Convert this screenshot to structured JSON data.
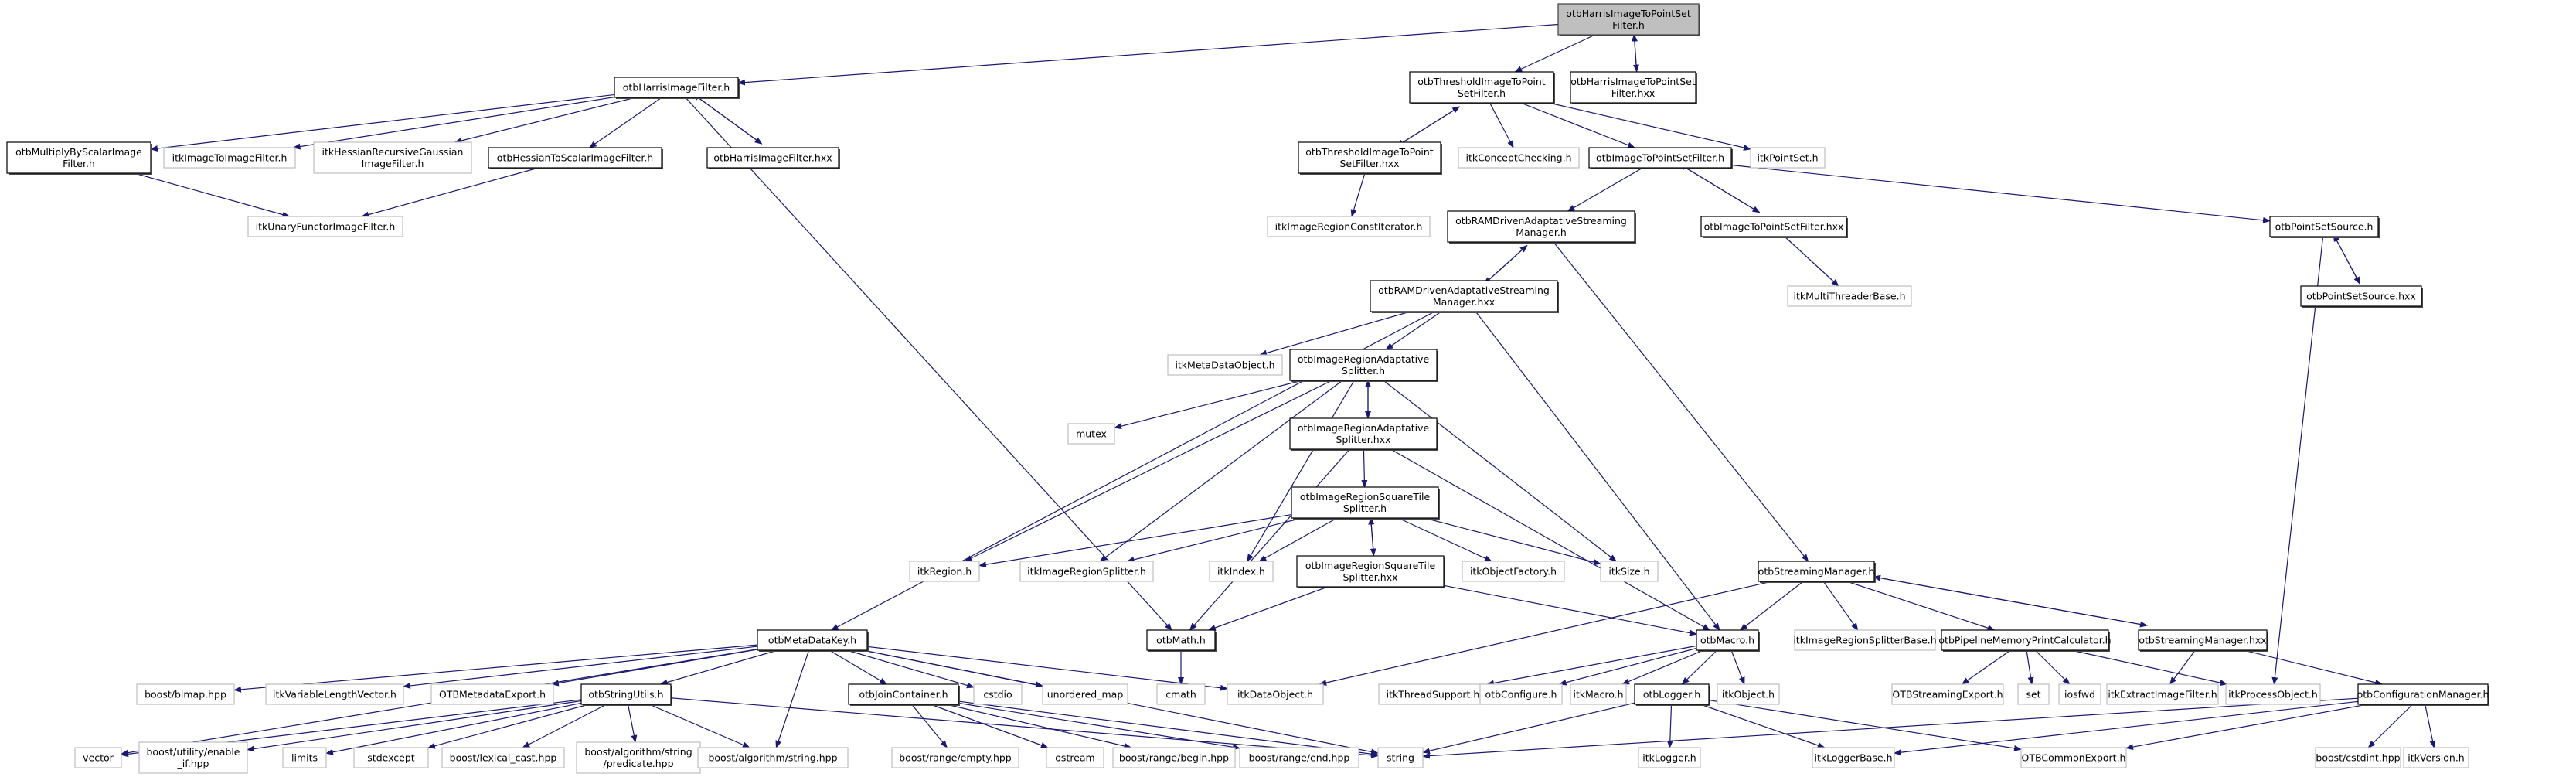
{
  "title": "otbHarrisImageToPointSetFilter.h include dependency graph",
  "colors": {
    "edge": "#191970",
    "root_fill": "#bfbfbf",
    "external_border": "#bfbfbf",
    "internal_border": "#000000"
  },
  "nodes": [
    {
      "id": "root",
      "lines": [
        "otbHarrisImageToPointSet",
        "Filter.h"
      ],
      "kind": "root"
    },
    {
      "id": "harrisFilterH",
      "lines": [
        "otbHarrisImageFilter.h"
      ],
      "kind": "internal"
    },
    {
      "id": "thresholdH",
      "lines": [
        "otbThresholdImageToPoint",
        "SetFilter.h"
      ],
      "kind": "internal"
    },
    {
      "id": "rootHxx",
      "lines": [
        "otbHarrisImageToPointSet",
        "Filter.hxx"
      ],
      "kind": "internal"
    },
    {
      "id": "multiplyH",
      "lines": [
        "otbMultiplyByScalarImage",
        "Filter.h"
      ],
      "kind": "internal"
    },
    {
      "id": "itkImageToImageFilter",
      "lines": [
        "itkImageToImageFilter.h"
      ],
      "kind": "external"
    },
    {
      "id": "itkHessianRec",
      "lines": [
        "itkHessianRecursiveGaussian",
        "ImageFilter.h"
      ],
      "kind": "external"
    },
    {
      "id": "hessianToScalar",
      "lines": [
        "otbHessianToScalarImageFilter.h"
      ],
      "kind": "internal"
    },
    {
      "id": "harrisFilterHxx",
      "lines": [
        "otbHarrisImageFilter.hxx"
      ],
      "kind": "internal"
    },
    {
      "id": "itkUnaryFunctor",
      "lines": [
        "itkUnaryFunctorImageFilter.h"
      ],
      "kind": "external"
    },
    {
      "id": "thresholdHxx",
      "lines": [
        "otbThresholdImageToPoint",
        "SetFilter.hxx"
      ],
      "kind": "internal"
    },
    {
      "id": "itkConceptChecking",
      "lines": [
        "itkConceptChecking.h"
      ],
      "kind": "external"
    },
    {
      "id": "imageToPointSetH",
      "lines": [
        "otbImageToPointSetFilter.h"
      ],
      "kind": "internal"
    },
    {
      "id": "itkPointSet",
      "lines": [
        "itkPointSet.h"
      ],
      "kind": "external"
    },
    {
      "id": "itkImageRegionConstIterator",
      "lines": [
        "itkImageRegionConstIterator.h"
      ],
      "kind": "external"
    },
    {
      "id": "ramH",
      "lines": [
        "otbRAMDrivenAdaptativeStreaming",
        "Manager.h"
      ],
      "kind": "internal"
    },
    {
      "id": "imageToPointSetHxx",
      "lines": [
        "otbImageToPointSetFilter.hxx"
      ],
      "kind": "internal"
    },
    {
      "id": "pointSetSourceH",
      "lines": [
        "otbPointSetSource.h"
      ],
      "kind": "internal"
    },
    {
      "id": "pointSetSourceHxx",
      "lines": [
        "otbPointSetSource.hxx"
      ],
      "kind": "internal"
    },
    {
      "id": "itkMultiThreaderBase",
      "lines": [
        "itkMultiThreaderBase.h"
      ],
      "kind": "external"
    },
    {
      "id": "ramHxx",
      "lines": [
        "otbRAMDrivenAdaptativeStreaming",
        "Manager.hxx"
      ],
      "kind": "internal"
    },
    {
      "id": "itkMetaDataObject",
      "lines": [
        "itkMetaDataObject.h"
      ],
      "kind": "external"
    },
    {
      "id": "adaptSplitterH",
      "lines": [
        "otbImageRegionAdaptative",
        "Splitter.h"
      ],
      "kind": "internal"
    },
    {
      "id": "mutex",
      "lines": [
        "mutex"
      ],
      "kind": "external"
    },
    {
      "id": "adaptSplitterHxx",
      "lines": [
        "otbImageRegionAdaptative",
        "Splitter.hxx"
      ],
      "kind": "internal"
    },
    {
      "id": "squareSplitterH",
      "lines": [
        "otbImageRegionSquareTile",
        "Splitter.h"
      ],
      "kind": "internal"
    },
    {
      "id": "itkRegion",
      "lines": [
        "itkRegion.h"
      ],
      "kind": "external"
    },
    {
      "id": "itkImageRegionSplitter",
      "lines": [
        "itkImageRegionSplitter.h"
      ],
      "kind": "external"
    },
    {
      "id": "itkIndex",
      "lines": [
        "itkIndex.h"
      ],
      "kind": "external"
    },
    {
      "id": "squareSplitterHxx",
      "lines": [
        "otbImageRegionSquareTile",
        "Splitter.hxx"
      ],
      "kind": "internal"
    },
    {
      "id": "itkObjectFactory",
      "lines": [
        "itkObjectFactory.h"
      ],
      "kind": "external"
    },
    {
      "id": "itkSize",
      "lines": [
        "itkSize.h"
      ],
      "kind": "external"
    },
    {
      "id": "streamingManagerH",
      "lines": [
        "otbStreamingManager.h"
      ],
      "kind": "internal"
    },
    {
      "id": "metaDataKey",
      "lines": [
        "otbMetaDataKey.h"
      ],
      "kind": "internal"
    },
    {
      "id": "otbMath",
      "lines": [
        "otbMath.h"
      ],
      "kind": "internal"
    },
    {
      "id": "otbMacro",
      "lines": [
        "otbMacro.h"
      ],
      "kind": "internal"
    },
    {
      "id": "itkImageRegionSplitterBase",
      "lines": [
        "itkImageRegionSplitterBase.h"
      ],
      "kind": "external"
    },
    {
      "id": "pipelineMem",
      "lines": [
        "otbPipelineMemoryPrintCalculator.h"
      ],
      "kind": "internal"
    },
    {
      "id": "streamingManagerHxx",
      "lines": [
        "otbStreamingManager.hxx"
      ],
      "kind": "internal"
    },
    {
      "id": "boostBimap",
      "lines": [
        "boost/bimap.hpp"
      ],
      "kind": "external"
    },
    {
      "id": "itkVarLenVec",
      "lines": [
        "itkVariableLengthVector.h"
      ],
      "kind": "external"
    },
    {
      "id": "otbMetadataExport",
      "lines": [
        "OTBMetadataExport.h"
      ],
      "kind": "external"
    },
    {
      "id": "stringUtils",
      "lines": [
        "otbStringUtils.h"
      ],
      "kind": "internal"
    },
    {
      "id": "joinContainer",
      "lines": [
        "otbJoinContainer.h"
      ],
      "kind": "internal"
    },
    {
      "id": "cstdio",
      "lines": [
        "cstdio"
      ],
      "kind": "external"
    },
    {
      "id": "unorderedMap",
      "lines": [
        "unordered_map"
      ],
      "kind": "external"
    },
    {
      "id": "cmath",
      "lines": [
        "cmath"
      ],
      "kind": "external"
    },
    {
      "id": "itkDataObject",
      "lines": [
        "itkDataObject.h"
      ],
      "kind": "external"
    },
    {
      "id": "itkThreadSupport",
      "lines": [
        "itkThreadSupport.h"
      ],
      "kind": "external"
    },
    {
      "id": "otbConfigure",
      "lines": [
        "otbConfigure.h"
      ],
      "kind": "external"
    },
    {
      "id": "itkMacro",
      "lines": [
        "itkMacro.h"
      ],
      "kind": "external"
    },
    {
      "id": "otbLogger",
      "lines": [
        "otbLogger.h"
      ],
      "kind": "internal"
    },
    {
      "id": "itkObject",
      "lines": [
        "itkObject.h"
      ],
      "kind": "external"
    },
    {
      "id": "otbStreamingExport",
      "lines": [
        "OTBStreamingExport.h"
      ],
      "kind": "external"
    },
    {
      "id": "set",
      "lines": [
        "set"
      ],
      "kind": "external"
    },
    {
      "id": "iosfwd",
      "lines": [
        "iosfwd"
      ],
      "kind": "external"
    },
    {
      "id": "itkExtractImageFilter",
      "lines": [
        "itkExtractImageFilter.h"
      ],
      "kind": "external"
    },
    {
      "id": "itkProcessObject",
      "lines": [
        "itkProcessObject.h"
      ],
      "kind": "external"
    },
    {
      "id": "configManager",
      "lines": [
        "otbConfigurationManager.h"
      ],
      "kind": "internal"
    },
    {
      "id": "vector",
      "lines": [
        "vector"
      ],
      "kind": "external"
    },
    {
      "id": "boostEnableIf",
      "lines": [
        "boost/utility/enable",
        "_if.hpp"
      ],
      "kind": "external"
    },
    {
      "id": "limits",
      "lines": [
        "limits"
      ],
      "kind": "external"
    },
    {
      "id": "stdexcept",
      "lines": [
        "stdexcept"
      ],
      "kind": "external"
    },
    {
      "id": "boostLexicalCast",
      "lines": [
        "boost/lexical_cast.hpp"
      ],
      "kind": "external"
    },
    {
      "id": "boostPredicate",
      "lines": [
        "boost/algorithm/string",
        "/predicate.hpp"
      ],
      "kind": "external"
    },
    {
      "id": "boostAlgString",
      "lines": [
        "boost/algorithm/string.hpp"
      ],
      "kind": "external"
    },
    {
      "id": "boostRangeEmpty",
      "lines": [
        "boost/range/empty.hpp"
      ],
      "kind": "external"
    },
    {
      "id": "ostream",
      "lines": [
        "ostream"
      ],
      "kind": "external"
    },
    {
      "id": "boostRangeBegin",
      "lines": [
        "boost/range/begin.hpp"
      ],
      "kind": "external"
    },
    {
      "id": "boostRangeEnd",
      "lines": [
        "boost/range/end.hpp"
      ],
      "kind": "external"
    },
    {
      "id": "string",
      "lines": [
        "string"
      ],
      "kind": "external"
    },
    {
      "id": "itkLogger",
      "lines": [
        "itkLogger.h"
      ],
      "kind": "external"
    },
    {
      "id": "itkLoggerBase",
      "lines": [
        "itkLoggerBase.h"
      ],
      "kind": "external"
    },
    {
      "id": "otbCommonExport",
      "lines": [
        "OTBCommonExport.h"
      ],
      "kind": "external"
    },
    {
      "id": "boostCstdint",
      "lines": [
        "boost/cstdint.hpp"
      ],
      "kind": "external"
    },
    {
      "id": "itkVersion",
      "lines": [
        "itkVersion.h"
      ],
      "kind": "external"
    }
  ],
  "edges": [
    [
      "root",
      "harrisFilterH"
    ],
    [
      "root",
      "thresholdH"
    ],
    [
      "root",
      "rootHxx"
    ],
    [
      "rootHxx",
      "root"
    ],
    [
      "harrisFilterH",
      "multiplyH"
    ],
    [
      "harrisFilterH",
      "itkImageToImageFilter"
    ],
    [
      "harrisFilterH",
      "itkHessianRec"
    ],
    [
      "harrisFilterH",
      "hessianToScalar"
    ],
    [
      "harrisFilterH",
      "harrisFilterHxx"
    ],
    [
      "harrisFilterHxx",
      "harrisFilterH"
    ],
    [
      "harrisFilterH",
      "otbMath"
    ],
    [
      "multiplyH",
      "itkUnaryFunctor"
    ],
    [
      "hessianToScalar",
      "itkUnaryFunctor"
    ],
    [
      "thresholdH",
      "thresholdHxx"
    ],
    [
      "thresholdHxx",
      "thresholdH"
    ],
    [
      "thresholdH",
      "itkConceptChecking"
    ],
    [
      "thresholdH",
      "imageToPointSetH"
    ],
    [
      "thresholdH",
      "itkPointSet"
    ],
    [
      "thresholdHxx",
      "itkImageRegionConstIterator"
    ],
    [
      "imageToPointSetH",
      "ramH"
    ],
    [
      "imageToPointSetH",
      "imageToPointSetHxx"
    ],
    [
      "imageToPointSetHxx",
      "imageToPointSetH"
    ],
    [
      "imageToPointSetH",
      "pointSetSourceH"
    ],
    [
      "imageToPointSetHxx",
      "itkMultiThreaderBase"
    ],
    [
      "pointSetSourceH",
      "pointSetSourceHxx"
    ],
    [
      "pointSetSourceHxx",
      "pointSetSourceH"
    ],
    [
      "pointSetSourceH",
      "itkProcessObject"
    ],
    [
      "ramH",
      "ramHxx"
    ],
    [
      "ramHxx",
      "ramH"
    ],
    [
      "ramH",
      "streamingManagerH"
    ],
    [
      "ramHxx",
      "metaDataKey"
    ],
    [
      "ramHxx",
      "itkMetaDataObject"
    ],
    [
      "ramHxx",
      "adaptSplitterH"
    ],
    [
      "ramHxx",
      "otbMacro"
    ],
    [
      "adaptSplitterH",
      "itkRegion"
    ],
    [
      "adaptSplitterH",
      "mutex"
    ],
    [
      "adaptSplitterH",
      "itkImageRegionSplitter"
    ],
    [
      "adaptSplitterH",
      "itkIndex"
    ],
    [
      "adaptSplitterH",
      "adaptSplitterHxx"
    ],
    [
      "adaptSplitterHxx",
      "adaptSplitterH"
    ],
    [
      "adaptSplitterH",
      "itkSize"
    ],
    [
      "adaptSplitterHxx",
      "squareSplitterH"
    ],
    [
      "adaptSplitterHxx",
      "otbMath"
    ],
    [
      "adaptSplitterHxx",
      "otbMacro"
    ],
    [
      "squareSplitterH",
      "itkRegion"
    ],
    [
      "squareSplitterH",
      "itkImageRegionSplitter"
    ],
    [
      "squareSplitterH",
      "itkIndex"
    ],
    [
      "squareSplitterH",
      "squareSplitterHxx"
    ],
    [
      "squareSplitterHxx",
      "squareSplitterH"
    ],
    [
      "squareSplitterH",
      "itkObjectFactory"
    ],
    [
      "squareSplitterH",
      "itkSize"
    ],
    [
      "squareSplitterHxx",
      "otbMath"
    ],
    [
      "squareSplitterHxx",
      "otbMacro"
    ],
    [
      "streamingManagerH",
      "itkDataObject"
    ],
    [
      "streamingManagerH",
      "otbMacro"
    ],
    [
      "streamingManagerH",
      "itkImageRegionSplitterBase"
    ],
    [
      "streamingManagerH",
      "pipelineMem"
    ],
    [
      "streamingManagerH",
      "streamingManagerHxx"
    ],
    [
      "streamingManagerHxx",
      "streamingManagerH"
    ],
    [
      "metaDataKey",
      "boostBimap"
    ],
    [
      "metaDataKey",
      "itkVarLenVec"
    ],
    [
      "metaDataKey",
      "otbMetadataExport"
    ],
    [
      "metaDataKey",
      "stringUtils"
    ],
    [
      "metaDataKey",
      "vector"
    ],
    [
      "metaDataKey",
      "boostAlgString"
    ],
    [
      "metaDataKey",
      "joinContainer"
    ],
    [
      "metaDataKey",
      "cstdio"
    ],
    [
      "metaDataKey",
      "unorderedMap"
    ],
    [
      "metaDataKey",
      "itkDataObject"
    ],
    [
      "metaDataKey",
      "string"
    ],
    [
      "otbMath",
      "cmath"
    ],
    [
      "otbMacro",
      "itkThreadSupport"
    ],
    [
      "otbMacro",
      "otbConfigure"
    ],
    [
      "otbMacro",
      "itkMacro"
    ],
    [
      "otbMacro",
      "otbLogger"
    ],
    [
      "otbMacro",
      "itkObject"
    ],
    [
      "pipelineMem",
      "otbStreamingExport"
    ],
    [
      "pipelineMem",
      "set"
    ],
    [
      "pipelineMem",
      "iosfwd"
    ],
    [
      "pipelineMem",
      "itkProcessObject"
    ],
    [
      "streamingManagerHxx",
      "itkExtractImageFilter"
    ],
    [
      "streamingManagerHxx",
      "configManager"
    ],
    [
      "stringUtils",
      "vector"
    ],
    [
      "stringUtils",
      "boostEnableIf"
    ],
    [
      "stringUtils",
      "limits"
    ],
    [
      "stringUtils",
      "stdexcept"
    ],
    [
      "stringUtils",
      "boostLexicalCast"
    ],
    [
      "stringUtils",
      "boostPredicate"
    ],
    [
      "stringUtils",
      "boostAlgString"
    ],
    [
      "stringUtils",
      "string"
    ],
    [
      "joinContainer",
      "boostRangeEmpty"
    ],
    [
      "joinContainer",
      "ostream"
    ],
    [
      "joinContainer",
      "boostRangeBegin"
    ],
    [
      "joinContainer",
      "boostRangeEnd"
    ],
    [
      "joinContainer",
      "string"
    ],
    [
      "otbLogger",
      "string"
    ],
    [
      "otbLogger",
      "itkLogger"
    ],
    [
      "otbLogger",
      "itkLoggerBase"
    ],
    [
      "otbLogger",
      "otbCommonExport"
    ],
    [
      "configManager",
      "string"
    ],
    [
      "configManager",
      "itkLoggerBase"
    ],
    [
      "configManager",
      "otbCommonExport"
    ],
    [
      "configManager",
      "boostCstdint"
    ],
    [
      "configManager",
      "itkVersion"
    ]
  ]
}
